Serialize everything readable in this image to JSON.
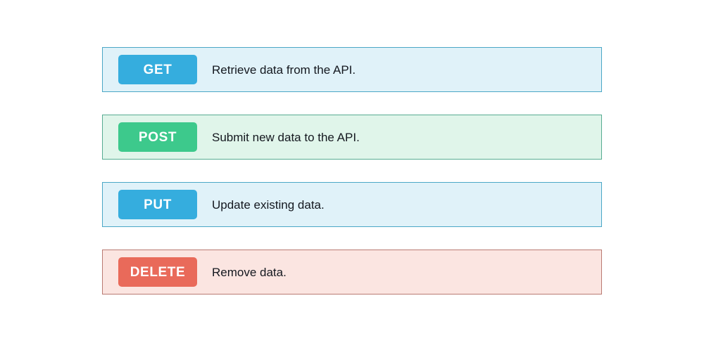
{
  "theme": {
    "page_background": "#ffffff",
    "badge_text_color": "#ffffff",
    "description_text_color": "#14181f"
  },
  "rows": [
    {
      "method": "GET",
      "description": "Retrieve data from the API.",
      "badge_color": "#35ADDE",
      "row_background": "#E0F2F9",
      "border_color": "#4BA7C6"
    },
    {
      "method": "POST",
      "description": "Submit new data to the API.",
      "badge_color": "#3DC98C",
      "row_background": "#E0F5EA",
      "border_color": "#57AC92"
    },
    {
      "method": "PUT",
      "description": "Update existing data.",
      "badge_color": "#35ADDE",
      "row_background": "#E0F2F9",
      "border_color": "#4BA7C6"
    },
    {
      "method": "DELETE",
      "description": "Remove data.",
      "badge_color": "#E96A5A",
      "row_background": "#FBE5E1",
      "border_color": "#B97A72"
    }
  ]
}
